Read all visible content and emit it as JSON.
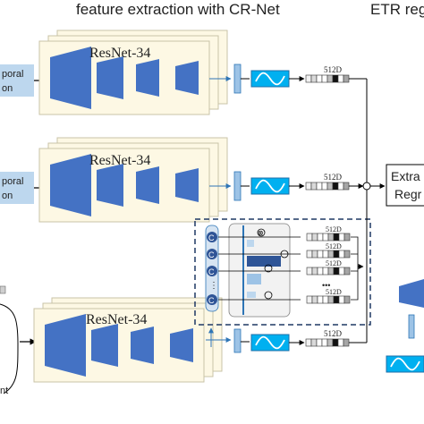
{
  "titles": {
    "feature_extraction": "feature extraction with CR-Net",
    "etr": "ETR reg"
  },
  "inputs": {
    "top_line1": "poral",
    "top_line2": "on",
    "mid_line1": "poral",
    "mid_line2": "on",
    "bottom_fragment": "nt"
  },
  "backbone_label": "ResNet-34",
  "feature_dim": "512D",
  "regressor": {
    "line1": "Extra",
    "line2": "Regr"
  },
  "attention": {
    "concat_symbol": "C",
    "multiply_symbol": "⊗",
    "ellipsis": "•••"
  },
  "colors": {
    "cnn_blue": "#4472C4",
    "card_fill": "#FDF8E4",
    "card_border": "#C9C3A7",
    "input_box": "#BDD7EE",
    "wave_box": "#00B0F0",
    "dashed_border": "#1F3864"
  }
}
